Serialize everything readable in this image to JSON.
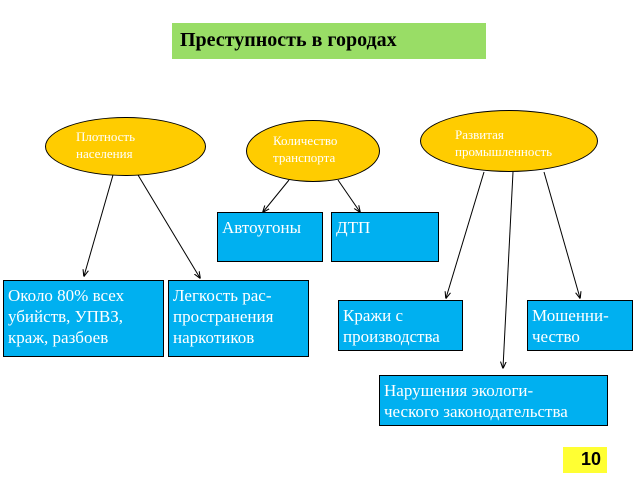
{
  "title": "Преступность в городах",
  "causes": {
    "density": [
      "Плотность",
      "населения"
    ],
    "transport": [
      "Количество",
      "транспорта"
    ],
    "industry": [
      "Развитая",
      "промышленность"
    ]
  },
  "effects": {
    "car_theft": [
      "Автоугоны"
    ],
    "accidents": [
      "ДТП"
    ],
    "murders": [
      "Около 80% всех",
      "убийств, УПВЗ,",
      "краж, разбоев"
    ],
    "drugs": [
      "Легкость рас-",
      "пространения",
      "наркотиков"
    ],
    "production_theft": [
      "Кражи с",
      "производства"
    ],
    "fraud": [
      "Мошенни-",
      "чество"
    ],
    "ecology": [
      "Нарушения экологи-",
      "ческого законодательства"
    ]
  },
  "page_number": "10",
  "colors": {
    "title_bg": "#99dd66",
    "cause_fill": "#ffcc00",
    "effect_fill": "#00b0f0",
    "page_bg": "#ffff33"
  }
}
